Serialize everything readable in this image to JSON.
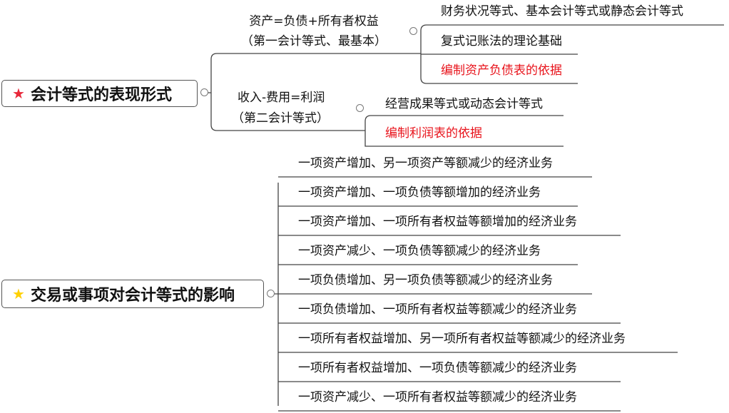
{
  "colors": {
    "red_text": "#e8131b",
    "star_red": "#e8283a",
    "star_yellow": "#ffd000"
  },
  "root1": {
    "icon": "star-red",
    "label": "会计等式的表现形式",
    "branch1": {
      "line1": "资产=负债+所有者权益",
      "line2": "（第一会计等式、最基本）",
      "children": [
        "财务状况等式、基本会计等式或静态会计等式",
        "复式记账法的理论基础",
        "编制资产负债表的依据"
      ]
    },
    "branch2": {
      "line1": "收入-费用=利润",
      "line2": "（第二会计等式）",
      "children": [
        "经营成果等式或动态会计等式",
        "编制利润表的依据"
      ]
    }
  },
  "root2": {
    "icon": "star-yellow",
    "label": "交易或事项对会计等式的影响",
    "items": [
      "一项资产增加、另一项资产等额减少的经济业务",
      "一项资产增加、一项负债等额增加的经济业务",
      "一项资产增加、一项所有者权益等额增加的经济业务",
      "一项资产减少、一项负债等额减少的经济业务",
      "一项负债增加、另一项负债等额减少的经济业务",
      "一项负债增加、一项所有者权益等额减少的经济业务",
      "一项所有者权益增加、另一项所有者权益等额减少的经济业务",
      "一项所有者权益增加、一项负债等额减少的经济业务",
      "一项资产减少、一项所有者权益等额减少的经济业务"
    ]
  }
}
